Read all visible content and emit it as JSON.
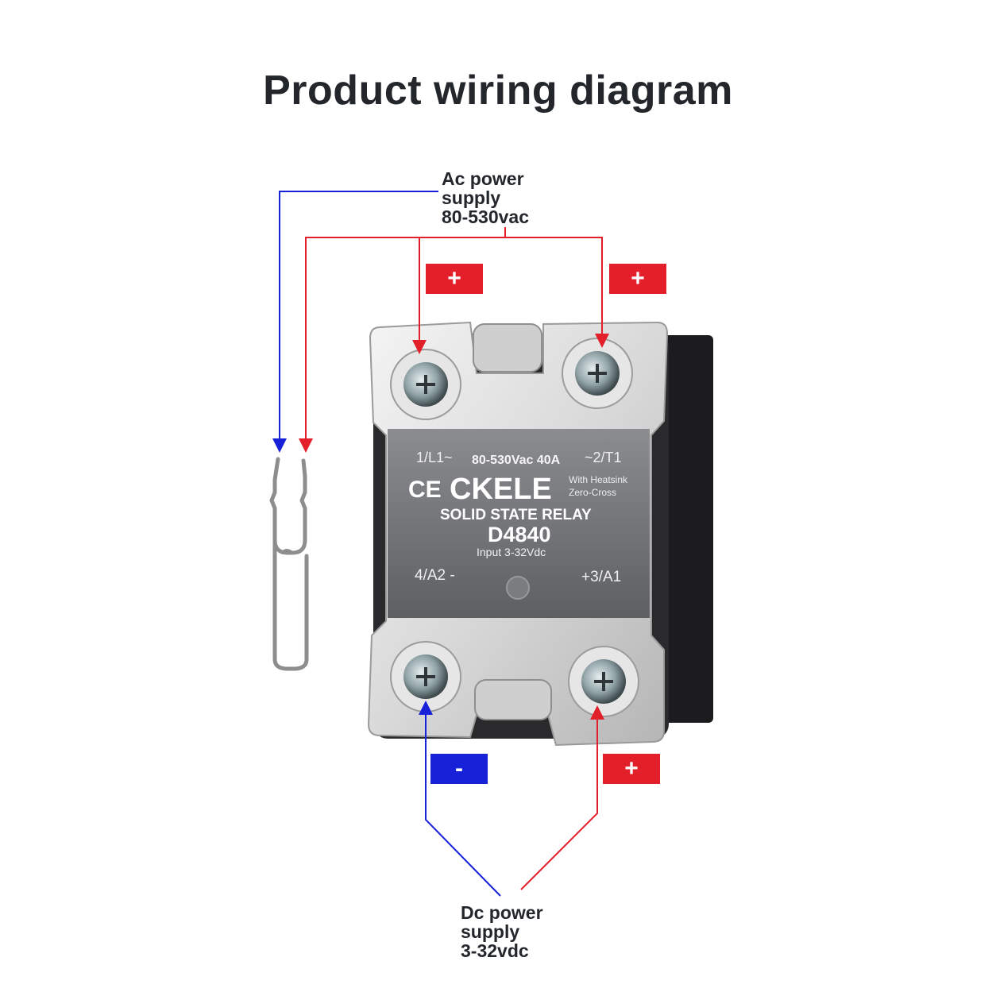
{
  "title": "Product wiring diagram",
  "ac_supply": {
    "lines": [
      "Ac power",
      "supply",
      "80-530vac"
    ]
  },
  "dc_supply": {
    "lines": [
      "Dc power",
      "supply",
      "3-32vdc"
    ]
  },
  "polarity_badges": {
    "top_left": "+",
    "top_right": "+",
    "bottom_left": "-",
    "bottom_right": "+"
  },
  "relay": {
    "terminal_top_left": "1/L1~",
    "rating": "80-530Vac 40A",
    "terminal_top_right": "~2/T1",
    "ce_mark": "CE",
    "brand": "CKELE",
    "note_line1": "With Heatsink",
    "note_line2": "Zero-Cross",
    "type": "SOLID STATE RELAY",
    "model": "D4840",
    "input": "Input 3-32Vdc",
    "terminal_bottom_left": "4/A2 -",
    "terminal_bottom_right": "+3/A1"
  },
  "colors": {
    "positive_wire": "#e31f2a",
    "negative_wire": "#1722d8",
    "text": "#23272c",
    "relay_label_bg": "#6b6d71",
    "relay_body": "#1c1c1e"
  }
}
